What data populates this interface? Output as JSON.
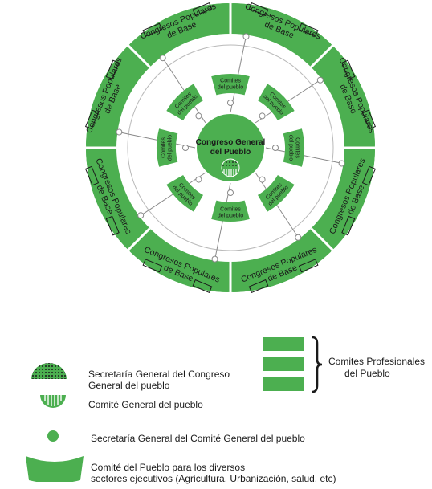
{
  "colors": {
    "green": "#4caf50",
    "ring_gap": "#ffffff",
    "dark": "#1a1a1a",
    "connector": "#8a8a8a"
  },
  "diagram": {
    "center_title": [
      "Congreso General",
      "del Pueblo"
    ],
    "outer_sectors": [
      [
        "Congresos Populares",
        "de Base"
      ],
      [
        "Congresos Populares",
        "de Base"
      ],
      [
        "Congresos Populares",
        "de Base"
      ],
      [
        "Congresos Populares",
        "de Base"
      ],
      [
        "Congresos Populares",
        "de Base"
      ],
      [
        "Congresos Populares",
        "de Base"
      ],
      [
        "Congresos Populares",
        "de Base"
      ],
      [
        "Congresos Populares",
        "de Base"
      ]
    ],
    "inner_committees": [
      [
        "Comites",
        "del pueblo"
      ],
      [
        "Comites",
        "del pueblo"
      ],
      [
        "Comites",
        "del pueblo"
      ],
      [
        "Comites",
        "del pueblo"
      ],
      [
        "Comites",
        "del pueblo"
      ],
      [
        "Comites",
        "del pueblo"
      ],
      [
        "Comites",
        "del pueblo"
      ],
      [
        "Comites",
        "del pueblo"
      ]
    ]
  },
  "legend": {
    "secretaria_congreso": [
      "Secretaría General del Congreso",
      "General del pueblo"
    ],
    "comite_general": "Comité General del pueblo",
    "secretaria_comite": "Secretaría General del Comité General del pueblo",
    "comite_pueblo": [
      "Comité del Pueblo para los diversos",
      "sectores ejecutivos (Agricultura, Urbanización, salud, etc)"
    ],
    "comites_profesionales": [
      "Comites Profesionales",
      "del Pueblo"
    ]
  }
}
